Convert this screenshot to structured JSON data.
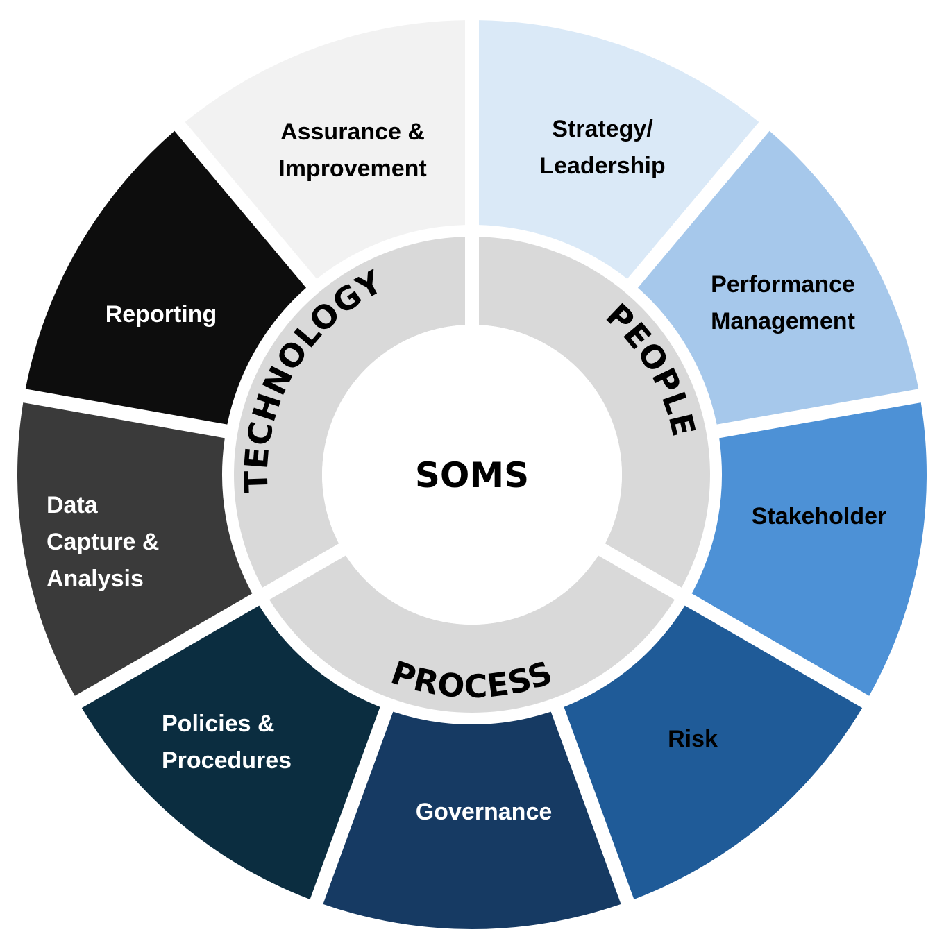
{
  "diagram": {
    "center": {
      "label": "SOMS",
      "fill": "#ffffff",
      "text_color": "#000000"
    },
    "inner_ring": {
      "fill": "#d9d9d9",
      "text_color": "#000000",
      "segments": [
        {
          "label": "PEOPLE",
          "start_deg": 0,
          "end_deg": 120
        },
        {
          "label": "PROCESS",
          "start_deg": 120,
          "end_deg": 240
        },
        {
          "label": "TECHNOLOGY",
          "start_deg": 240,
          "end_deg": 360
        }
      ]
    },
    "outer_ring": {
      "segments": [
        {
          "lines": [
            "Strategy/",
            "Leadership"
          ],
          "fill": "#dae9f7",
          "text_color": "#000000",
          "group": "PEOPLE"
        },
        {
          "lines": [
            "Performance",
            "Management"
          ],
          "fill": "#a6c8eb",
          "text_color": "#000000",
          "group": "PEOPLE"
        },
        {
          "lines": [
            "Stakeholder"
          ],
          "fill": "#4d91d6",
          "text_color": "#000000",
          "group": "PEOPLE"
        },
        {
          "lines": [
            "Risk"
          ],
          "fill": "#1f5b98",
          "text_color": "#000000",
          "group": "PROCESS"
        },
        {
          "lines": [
            "Governance"
          ],
          "fill": "#163a63",
          "text_color": "#ffffff",
          "group": "PROCESS"
        },
        {
          "lines": [
            "Policies &",
            "Procedures"
          ],
          "fill": "#0b2d40",
          "text_color": "#ffffff",
          "group": "PROCESS"
        },
        {
          "lines": [
            "Data",
            "Capture &",
            "Analysis"
          ],
          "fill": "#3a3a3a",
          "text_color": "#ffffff",
          "group": "TECHNOLOGY"
        },
        {
          "lines": [
            "Reporting"
          ],
          "fill": "#0d0d0d",
          "text_color": "#ffffff",
          "group": "TECHNOLOGY"
        },
        {
          "lines": [
            "Assurance &",
            "Improvement"
          ],
          "fill": "#f2f2f2",
          "text_color": "#000000",
          "group": "TECHNOLOGY"
        }
      ]
    }
  }
}
